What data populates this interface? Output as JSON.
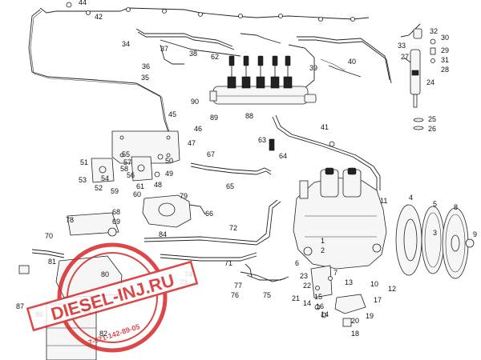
{
  "labels": [
    {
      "text": "44"
    },
    {
      "text": "42"
    },
    {
      "text": "34"
    },
    {
      "text": "37"
    },
    {
      "text": "38"
    },
    {
      "text": "62"
    },
    {
      "text": "39"
    },
    {
      "text": "40"
    },
    {
      "text": "36"
    },
    {
      "text": "35"
    },
    {
      "text": "90"
    },
    {
      "text": "89"
    },
    {
      "text": "88"
    },
    {
      "text": "45"
    },
    {
      "text": "46"
    },
    {
      "text": "47"
    },
    {
      "text": "41"
    },
    {
      "text": "63"
    },
    {
      "text": "64"
    },
    {
      "text": "32"
    },
    {
      "text": "30"
    },
    {
      "text": "33"
    },
    {
      "text": "29"
    },
    {
      "text": "27"
    },
    {
      "text": "31"
    },
    {
      "text": "28"
    },
    {
      "text": "24"
    },
    {
      "text": "25"
    },
    {
      "text": "26"
    },
    {
      "text": "55"
    },
    {
      "text": "57"
    },
    {
      "text": "51"
    },
    {
      "text": "58"
    },
    {
      "text": "56"
    },
    {
      "text": "50"
    },
    {
      "text": "49"
    },
    {
      "text": "67"
    },
    {
      "text": "54"
    },
    {
      "text": "53"
    },
    {
      "text": "52"
    },
    {
      "text": "59"
    },
    {
      "text": "61"
    },
    {
      "text": "60"
    },
    {
      "text": "48"
    },
    {
      "text": "65"
    },
    {
      "text": "79"
    },
    {
      "text": "66"
    },
    {
      "text": "68"
    },
    {
      "text": "69"
    },
    {
      "text": "78"
    },
    {
      "text": "72"
    },
    {
      "text": "70"
    },
    {
      "text": "84"
    },
    {
      "text": "81"
    },
    {
      "text": "71"
    },
    {
      "text": "80"
    },
    {
      "text": "73"
    },
    {
      "text": "74"
    },
    {
      "text": "77"
    },
    {
      "text": "76"
    },
    {
      "text": "75"
    },
    {
      "text": "87"
    },
    {
      "text": "86"
    },
    {
      "text": "85"
    },
    {
      "text": "82"
    },
    {
      "text": "11"
    },
    {
      "text": "4"
    },
    {
      "text": "5"
    },
    {
      "text": "8"
    },
    {
      "text": "3"
    },
    {
      "text": "9"
    },
    {
      "text": "1"
    },
    {
      "text": "2"
    },
    {
      "text": "6"
    },
    {
      "text": "7"
    },
    {
      "text": "10"
    },
    {
      "text": "12"
    },
    {
      "text": "23"
    },
    {
      "text": "22"
    },
    {
      "text": "13"
    },
    {
      "text": "21"
    },
    {
      "text": "14"
    },
    {
      "text": "15"
    },
    {
      "text": "16"
    },
    {
      "text": "17"
    },
    {
      "text": "19"
    },
    {
      "text": "14"
    },
    {
      "text": "20"
    },
    {
      "text": "18"
    }
  ],
  "watermark": {
    "brand": "DIESEL-INJ.RU",
    "phone": "+7-921-142-89-05",
    "color": "#d42020"
  }
}
